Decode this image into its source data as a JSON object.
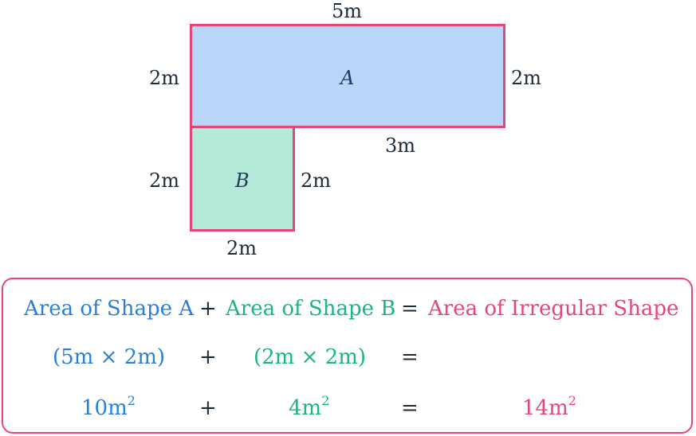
{
  "diagram": {
    "shape_a": {
      "name": "A",
      "top_label": "5m",
      "left_label": "2m",
      "right_label": "2m",
      "bottom_label": "3m",
      "fill": "#b7d6f9"
    },
    "shape_b": {
      "name": "B",
      "left_label": "2m",
      "right_label": "2m",
      "bottom_label": "2m",
      "fill": "#b3ead9"
    },
    "outline_color": "#e8457a"
  },
  "equation": {
    "row1": {
      "term_a": "Area of Shape A",
      "plus": "+",
      "term_b": "Area of Shape B",
      "equals": "=",
      "result": "Area of Irregular Shape"
    },
    "row2": {
      "term_a": "(5m × 2m)",
      "plus": "+",
      "term_b": "(2m × 2m)",
      "equals": "="
    },
    "row3": {
      "term_a": "10m",
      "term_b": "4m",
      "result": "14m",
      "exponent": "2",
      "plus": "+",
      "equals": "="
    },
    "colors": {
      "a": "#2a7fd6",
      "b": "#19b487",
      "result": "#e8457a"
    }
  }
}
